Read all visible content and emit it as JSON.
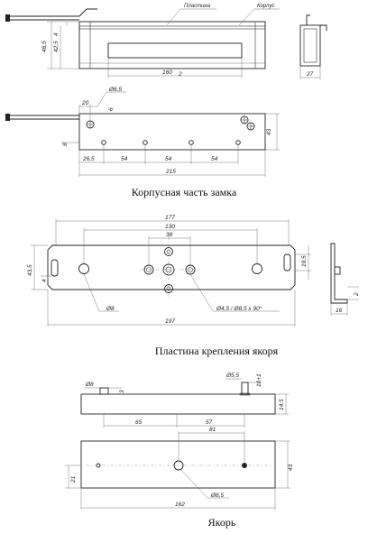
{
  "sections": {
    "lock_body": {
      "caption": "Корпусная часть замка",
      "labels": {
        "plate": "Пластина",
        "body": "Корпус"
      },
      "dims": {
        "h46": "46,5",
        "h4": "4",
        "h42": "42,5",
        "len160": "160",
        "len_note": "2",
        "w27": "27",
        "d65": "Ø6,5",
        "d20": "20",
        "d6": "6",
        "d8": "8",
        "h43": "43",
        "d26": "26,5",
        "s54a": "54",
        "s54b": "54",
        "s54c": "54",
        "len215": "215"
      }
    },
    "armature_plate": {
      "caption": "Пластина крепления якоря",
      "dims": {
        "w177": "177",
        "w130": "130",
        "w38": "38",
        "h43_5": "43,5",
        "h4": "4",
        "h19_5": "19,5",
        "d8": "Ø8",
        "holes": "Ø4,5 / Ø8,5 x 90°",
        "w197": "197",
        "t2": "2",
        "w16": "16"
      }
    },
    "armature": {
      "caption": "Якорь",
      "dims": {
        "d8": "Ø8",
        "t3": "3",
        "d5_5": "Ø5,5",
        "s10": "10+1",
        "h14_5": "14,5",
        "s65": "65",
        "s57": "57",
        "s81": "81",
        "h21": "21",
        "h43": "43",
        "w162": "162",
        "d8_5": "Ø8,5"
      }
    }
  }
}
